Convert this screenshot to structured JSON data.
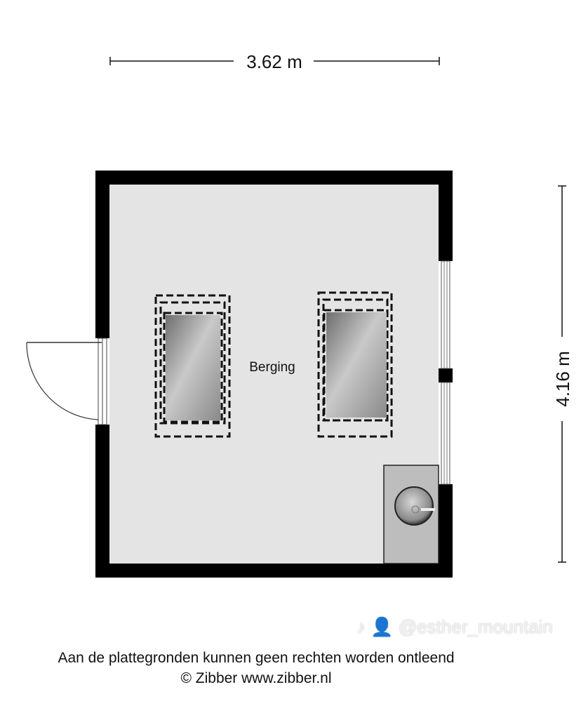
{
  "dimensions": {
    "width_label": "3.62 m",
    "depth_label": "4.16 m"
  },
  "room": {
    "name": "Berging"
  },
  "footer": {
    "disclaimer": "Aan de plattegronden kunnen geen rechten worden ontleend",
    "copyright": "© Zibber www.zibber.nl"
  },
  "watermark": {
    "text": "♪ 👤 @esther_mountain"
  },
  "colors": {
    "wall": "#000000",
    "floor": "#e4e4e4",
    "cabinet": "#bdbdbd"
  }
}
